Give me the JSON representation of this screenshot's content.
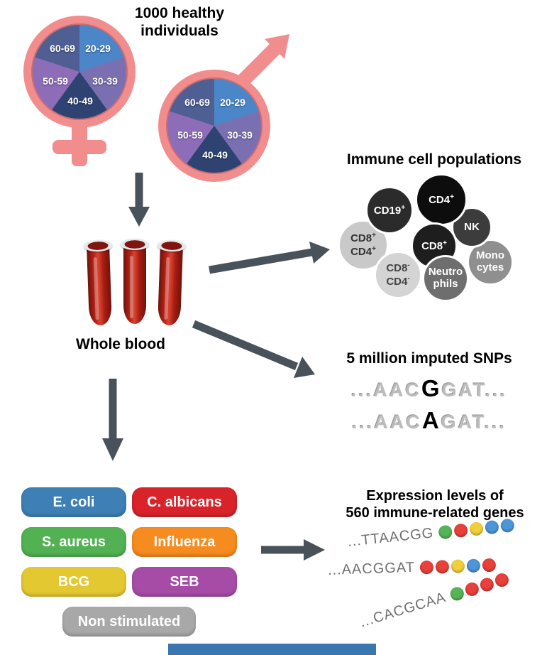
{
  "cohort": {
    "line1": "1000 healthy",
    "line2": "individuals"
  },
  "ages": [
    "20-29",
    "30-39",
    "40-49",
    "50-59",
    "60-69"
  ],
  "whole_blood": "Whole blood",
  "immune": {
    "title": "Immune cell populations",
    "cd19": {
      "base": "CD19",
      "sup": "+"
    },
    "cd4": {
      "base": "CD4",
      "sup": "+"
    },
    "nk": "NK",
    "cd8": {
      "base": "CD8",
      "sup": "+"
    },
    "cd8cd4pos": {
      "l1": "CD8",
      "s1": "+",
      "l2": "CD4",
      "s2": "+"
    },
    "cd8cd4neg": {
      "l1": "CD8",
      "s1": "-",
      "l2": "CD4",
      "s2": "-"
    },
    "monocytes": {
      "l1": "Mono",
      "l2": "cytes"
    },
    "neutrophils": {
      "l1": "Neutro",
      "l2": "phils"
    }
  },
  "snps": {
    "title": "5 million imputed SNPs",
    "seq1": {
      "pre": "...AAC",
      "snp": "G",
      "post": "GAT..."
    },
    "seq2": {
      "pre": "...AAC",
      "snp": "A",
      "post": "GAT..."
    }
  },
  "stimuli": {
    "ecoli": "E. coli",
    "calbicans": "C. albicans",
    "saureus": "S. aureus",
    "influenza": "Influenza",
    "bcg": "BCG",
    "seb": "SEB",
    "nonstim": "Non stimulated"
  },
  "expression": {
    "title_line1": "Expression levels of",
    "title_line2": "560 immune-related genes",
    "rows": [
      {
        "seq": "...TTAACGG",
        "beads": [
          "green",
          "red",
          "yellow",
          "blue",
          "blue"
        ]
      },
      {
        "seq": "...AACGGAT",
        "beads": [
          "red",
          "red",
          "yellow",
          "blue",
          "red"
        ]
      },
      {
        "seq": "...CACGCAA",
        "beads": [
          "green",
          "red",
          "red",
          "red"
        ]
      }
    ],
    "bead_colors": {
      "green": "#56b357",
      "red": "#e8403a",
      "yellow": "#f1cf3b",
      "blue": "#4d95d9"
    }
  },
  "colors": {
    "symbol_pink": "#f18d8d",
    "arrow": "#49515a",
    "pie": {
      "age_20_29": "#4a86c8",
      "age_30_39": "#7a6fb0",
      "age_40_49": "#2e4372",
      "age_50_59": "#8d6cb8",
      "age_60_69": "#4f5f93"
    },
    "stimuli": {
      "ecoli": "#3e7fb5",
      "calbicans": "#d8232a",
      "saureus": "#52b153",
      "influenza": "#f68b1f",
      "bcg": "#e3c832",
      "seb": "#a64ca6",
      "nonstim": "#a8a8a8"
    },
    "bottom_strip": "#3a76b0"
  }
}
